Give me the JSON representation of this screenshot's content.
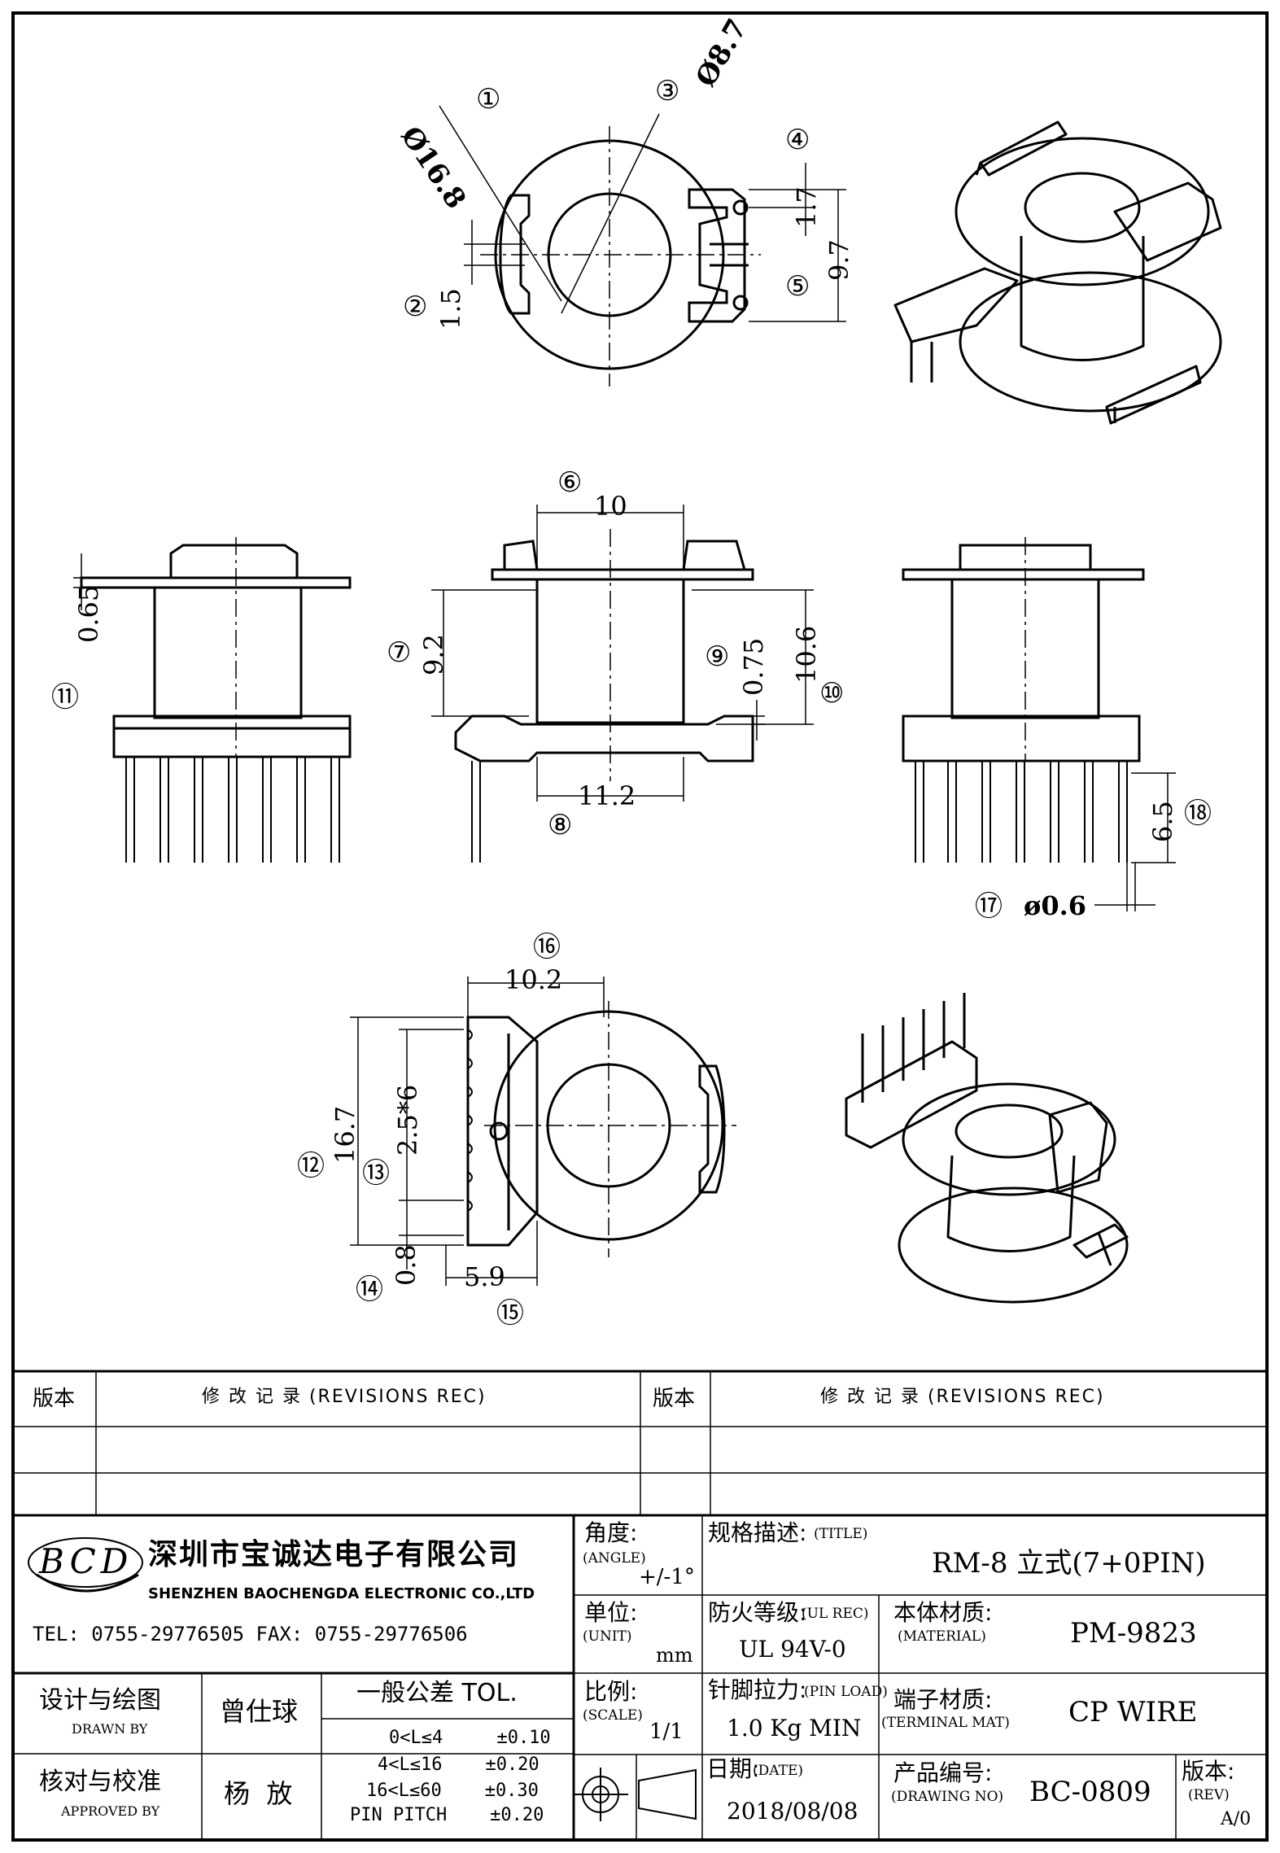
{
  "dimensions": {
    "d1": "Ø16.8",
    "d3": "Ø8.7",
    "d4": "1.7",
    "d5": "9.7",
    "d2": "1.5",
    "d6": "10",
    "d7": "9.2",
    "d9": "0.75",
    "d10": "10.6",
    "d11": "0.65",
    "d8": "11.2",
    "d18": "6.5",
    "d17": "ø0.6",
    "d16": "10.2",
    "d12": "16.7",
    "d13": "2.5*6",
    "d14": "0.8",
    "d15": "5.9"
  },
  "callouts": {
    "c1": "①",
    "c2": "②",
    "c3": "③",
    "c4": "④",
    "c5": "⑤",
    "c6": "⑥",
    "c7": "⑦",
    "c8": "⑧",
    "c9": "⑨",
    "c10": "⑩",
    "c11": "⑪",
    "c12": "⑫",
    "c13": "⑬",
    "c14": "⑭",
    "c15": "⑮",
    "c16": "⑯",
    "c17": "⑰",
    "c18": "⑱"
  },
  "revisions": {
    "ver_label": "版本",
    "rec_label": "修  改  记  录  (REVISIONS REC)"
  },
  "company": {
    "logo_text": "BCD",
    "name_cn": "深圳市宝诚达电子有限公司",
    "name_en": "SHENZHEN BAOCHENGDA ELECTRONIC CO.,LTD",
    "tel_fax": "TEL: 0755-29776505  FAX: 0755-29776506"
  },
  "title_block": {
    "angle_label": "角度:",
    "angle_sub": "(ANGLE)",
    "angle_value": "+/-1°",
    "title_label": "规格描述:",
    "title_sub": "(TITLE)",
    "title_value": "RM-8 立式(7+0PIN)",
    "unit_label": "单位:",
    "unit_sub": "(UNIT)",
    "unit_value": "mm",
    "ul_label": "防火等级:",
    "ul_sub": "(UL REC)",
    "ul_value": "UL 94V-0",
    "material_label": "本体材质:",
    "material_sub": "(MATERIAL)",
    "material_value": "PM-9823",
    "drawn_label": "设计与绘图",
    "drawn_sub": "DRAWN BY",
    "drawn_value": "曾仕球",
    "tol_label": "一般公差  TOL.",
    "scale_label": "比例:",
    "scale_sub": "(SCALE)",
    "scale_value": "1/1",
    "pin_label": "针脚拉力:",
    "pin_sub": "(PIN LOAD)",
    "pin_value": "1.0 Kg MIN",
    "terminal_label": "端子材质:",
    "terminal_sub": "(TERMINAL MAT)",
    "terminal_value": "CP WIRE",
    "approved_label": "核对与校准",
    "approved_sub": "APPROVED BY",
    "approved_value": "杨  放",
    "tol1": "0<L≤4     ±0.10",
    "tol2": "4<L≤16    ±0.20",
    "tol3": "16<L≤60    ±0.30",
    "tol4": "PIN PITCH    ±0.20",
    "date_label": "日期:",
    "date_sub": "(DATE)",
    "date_value": "2018/08/08",
    "drawing_no_label": "产品编号:",
    "drawing_no_sub": "(DRAWING NO)",
    "drawing_no_value": "BC-0809",
    "rev_label": "版本:",
    "rev_sub": "(REV)",
    "rev_value": "A/0"
  }
}
